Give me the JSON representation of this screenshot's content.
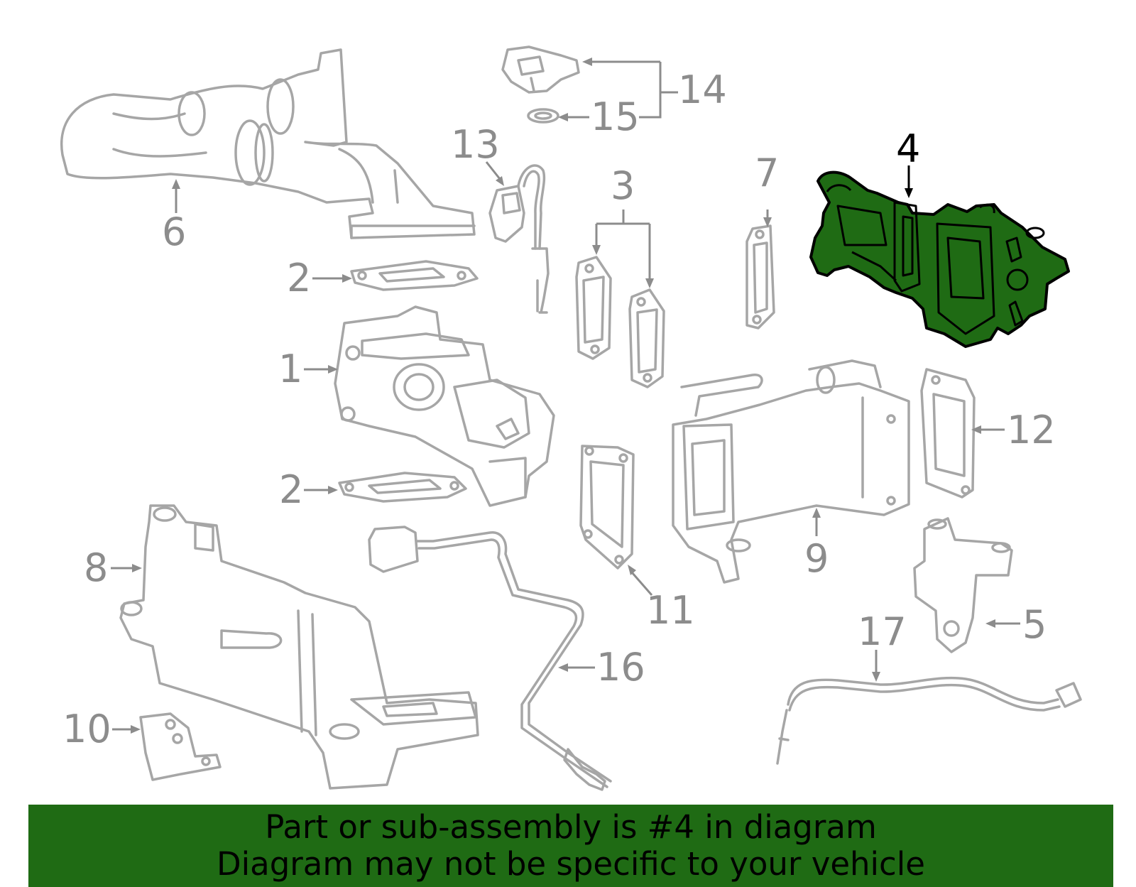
{
  "banner": {
    "line1": "Part or sub-assembly is #4 in diagram",
    "line2": "Diagram may not be specific to your vehicle"
  },
  "colors": {
    "highlight": "#1f6b14",
    "banner": "#1f6b14",
    "linework": "#a6a6a6",
    "callout_text": "#8c8c8c",
    "highlight_text": "#000000"
  },
  "highlighted_part": "4",
  "callouts": {
    "c1": "1",
    "c2a": "2",
    "c2b": "2",
    "c3": "3",
    "c4": "4",
    "c5": "5",
    "c6": "6",
    "c7": "7",
    "c8": "8",
    "c9": "9",
    "c10": "10",
    "c11": "11",
    "c12": "12",
    "c13": "13",
    "c14": "14",
    "c15": "15",
    "c16": "16",
    "c17": "17"
  }
}
